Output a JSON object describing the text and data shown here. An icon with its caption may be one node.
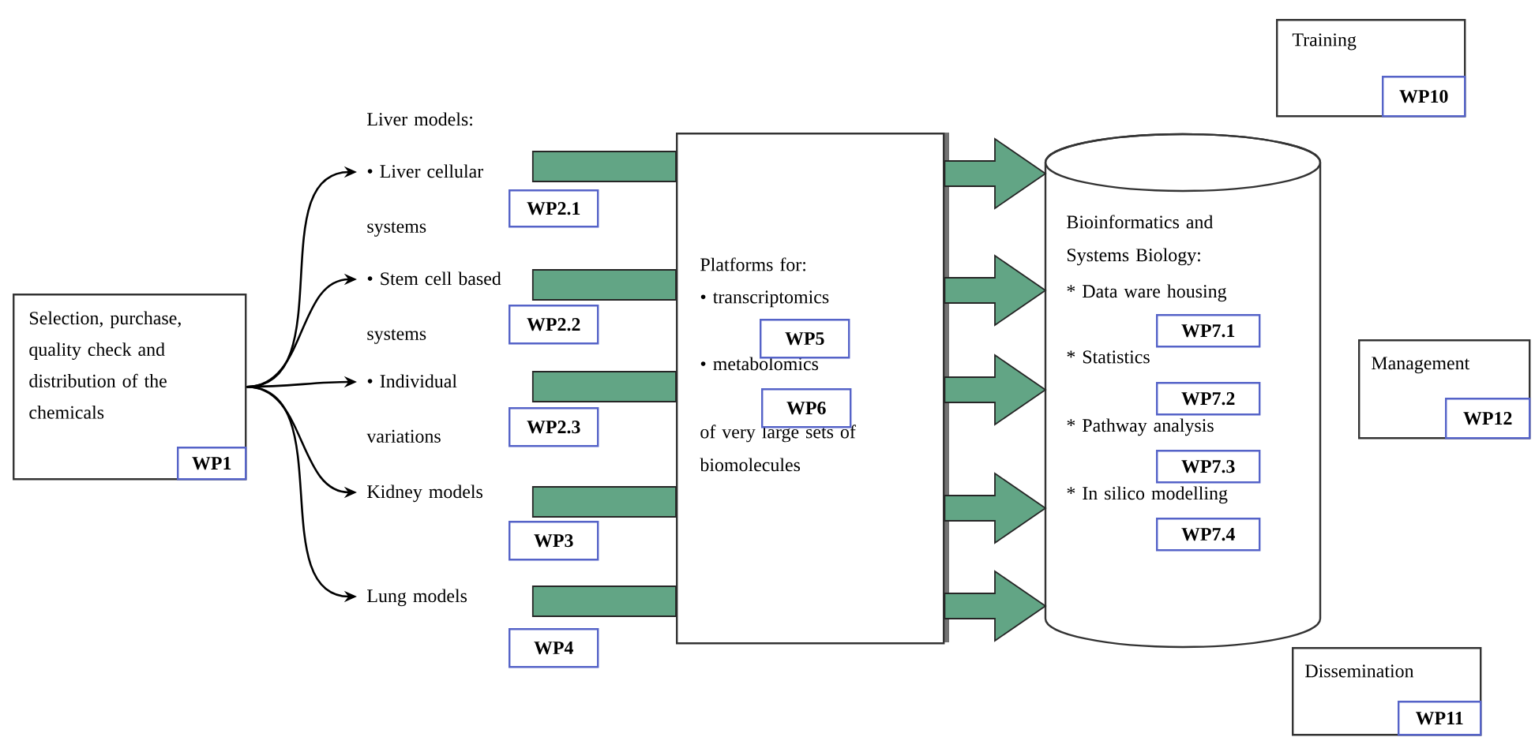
{
  "diagram": {
    "nodes": [
      {
        "text": [
          "Selection, purchase, quality check and distribution of the chemicals"
        ]
      },
      {
        "text": [
          "WP1"
        ],
        "in": 0
      },
      {
        "text": [
          "• Liver cellular systems"
        ]
      },
      {
        "text": [
          "WP2.1"
        ]
      },
      {
        "text": [
          "• Stem cell based systems"
        ]
      },
      {
        "text": [
          "WP2.2"
        ]
      },
      {
        "text": [
          "• Individual variations"
        ]
      },
      {
        "text": [
          "WP2.3"
        ]
      },
      {
        "text": [
          "Kidney models"
        ]
      },
      {
        "text": [
          "WP3"
        ]
      },
      {
        "text": [
          "Lung models"
        ]
      },
      {
        "text": [
          "WP4"
        ]
      },
      {
        "text": [
          "Platforms for:",
          "• transcriptomics",
          "• metabolomics",
          "of very large sets of biomolecules"
        ]
      },
      {
        "text": [
          "WP5"
        ],
        "in": 12
      },
      {
        "text": [
          "WP6"
        ],
        "in": 12
      },
      {
        "text": [
          "Bioinformatics and Systems Biology:",
          "* Data ware housing",
          "* Statistics",
          "* Pathway analysis",
          "* In silico modelling"
        ]
      },
      {
        "text": [
          "WP7.1"
        ],
        "in": 15
      },
      {
        "text": [
          "WP7.2"
        ],
        "in": 15
      },
      {
        "text": [
          "WP7.3"
        ],
        "in": 15
      },
      {
        "text": [
          "WP7.4"
        ],
        "in": 15
      },
      {
        "text": [
          "Training"
        ]
      },
      {
        "text": [
          "WP10"
        ],
        "in": 20
      },
      {
        "text": [
          "Management"
        ]
      },
      {
        "text": [
          "WP12"
        ],
        "in": 22
      },
      {
        "text": [
          "Dissemination"
        ]
      },
      {
        "text": [
          "WP11"
        ],
        "in": 24
      }
    ],
    "edges": [
      {
        "from": 0,
        "to": 2,
        "arrow": "to",
        "color": "#000000"
      },
      {
        "from": 0,
        "to": 4,
        "arrow": "to",
        "color": "#000000"
      },
      {
        "from": 0,
        "to": 6,
        "arrow": "to",
        "color": "#000000"
      },
      {
        "from": 0,
        "to": 8,
        "arrow": "to",
        "color": "#000000"
      },
      {
        "from": 0,
        "to": 10,
        "arrow": "to",
        "color": "#000000"
      },
      {
        "from": 2,
        "to": 12,
        "arrow": "none",
        "style": "thick",
        "color": "#62a585"
      },
      {
        "from": 4,
        "to": 12,
        "arrow": "none",
        "style": "thick",
        "color": "#62a585"
      },
      {
        "from": 6,
        "to": 12,
        "arrow": "none",
        "style": "thick",
        "color": "#62a585"
      },
      {
        "from": 8,
        "to": 12,
        "arrow": "none",
        "style": "thick",
        "color": "#62a585"
      },
      {
        "from": 10,
        "to": 12,
        "arrow": "none",
        "style": "thick",
        "color": "#62a585"
      },
      {
        "from": 12,
        "to": 15,
        "arrow": "to",
        "style": "thick",
        "color": "#62a585"
      },
      {
        "from": 12,
        "to": 15,
        "arrow": "to",
        "style": "thick",
        "color": "#62a585"
      },
      {
        "from": 12,
        "to": 15,
        "arrow": "to",
        "style": "thick",
        "color": "#62a585"
      },
      {
        "from": 12,
        "to": 15,
        "arrow": "to",
        "style": "thick",
        "color": "#62a585"
      },
      {
        "from": 12,
        "to": 15,
        "arrow": "to",
        "style": "thick",
        "color": "#62a585"
      }
    ],
    "labels": [
      "Liver models:"
    ]
  }
}
